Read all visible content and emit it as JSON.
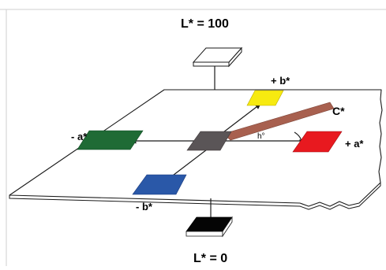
{
  "labels": {
    "l_top": "L* = 100",
    "l_bottom": "L* = 0",
    "plus_b": "+ b*",
    "minus_b": "- b*",
    "plus_a": "+ a*",
    "minus_a": "- a*",
    "chroma": "C*",
    "hue": "h°"
  },
  "colors": {
    "background": "#ffffff",
    "plane": "#ffffff",
    "outline": "#1a1a1a",
    "white_patch": "#ffffff",
    "black_patch": "#050505",
    "gray_patch": "#5a5557",
    "yellow_patch": "#f7ea10",
    "red_patch": "#e8191f",
    "green_patch": "#1f6b35",
    "blue_patch": "#2a58a8",
    "chroma_wedge": "#a8604f"
  }
}
